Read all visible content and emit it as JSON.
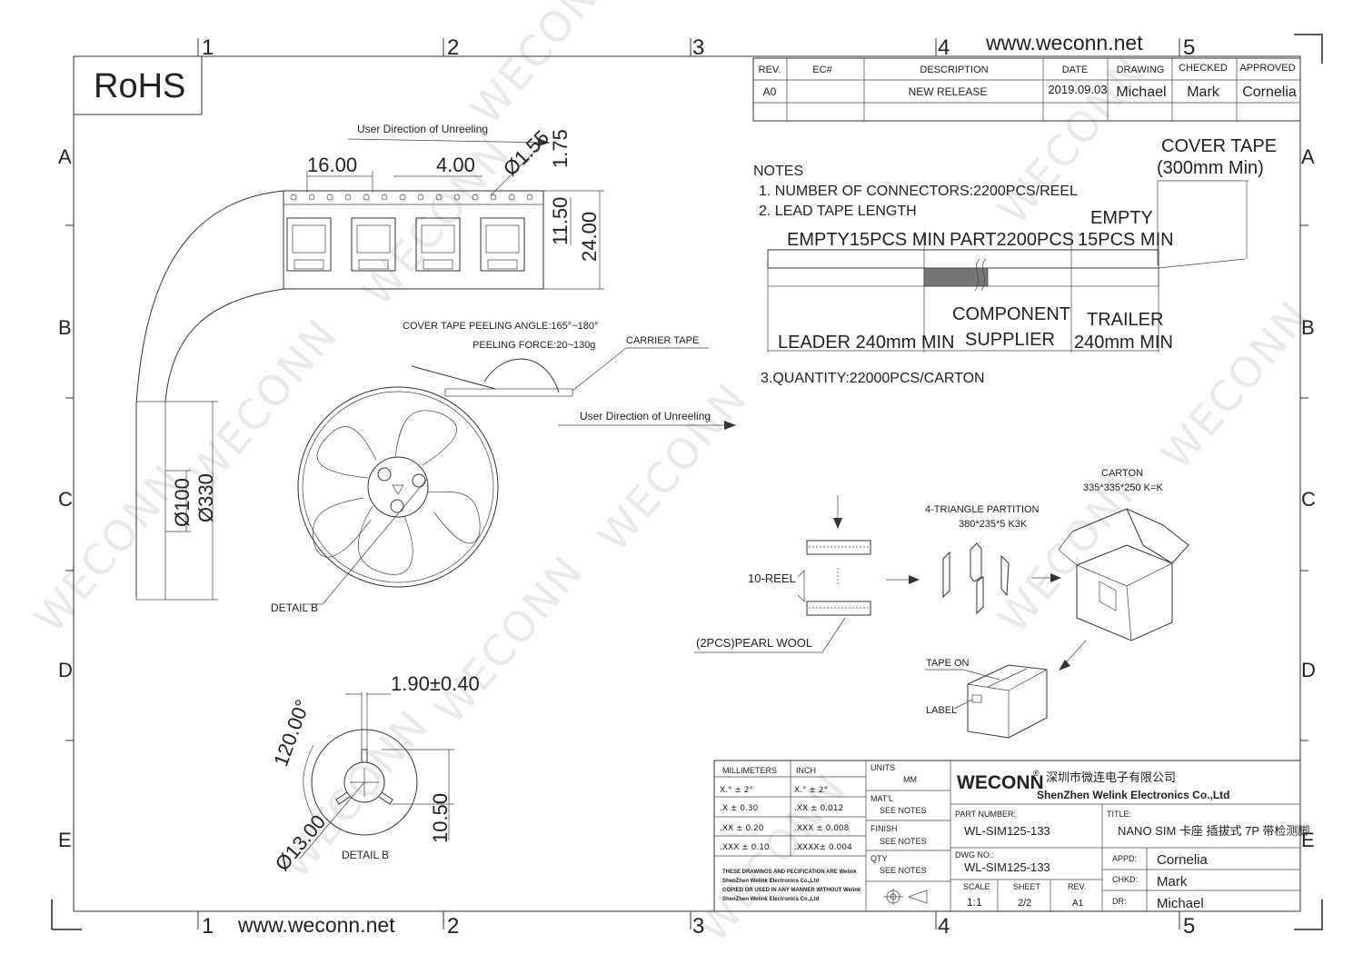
{
  "site_url": "www.weconn.net",
  "rohs": "RoHS",
  "watermark": "WECONN",
  "grid_cols": [
    "1",
    "2",
    "3",
    "4",
    "5"
  ],
  "grid_rows": [
    "A",
    "B",
    "C",
    "D",
    "E"
  ],
  "revision_table": {
    "headers": [
      "REV.",
      "EC#",
      "DESCRIPTION",
      "DATE",
      "DRAWING",
      "CHECKED",
      "APPROVED"
    ],
    "row": [
      "A0",
      "",
      "NEW RELEASE",
      "2019.09.03",
      "Michael",
      "Mark",
      "Cornelia"
    ]
  },
  "tape": {
    "direction_label": "User Direction of Unreeling",
    "pitch": "16.00",
    "hole_pitch": "4.00",
    "hole_dia": "Ø1.55",
    "edge": "1.75",
    "inner": "11.50",
    "width": "24.00"
  },
  "reel": {
    "peel_angle": "COVER TAPE PEELING ANGLE:165°~180°",
    "peel_force": "PEELING FORCE:20~130g",
    "carrier_tape": "CARRIER TAPE",
    "direction_label": "User Direction of Unreeling",
    "hub_dia": "Ø100",
    "outer_dia": "Ø330",
    "detail_label": "DETAIL B"
  },
  "detail_b": {
    "slot": "1.90±0.40",
    "angle": "120.00°",
    "bore": "Ø13.00",
    "key": "10.50",
    "label": "DETAIL B"
  },
  "notes": {
    "title": "NOTES",
    "items": [
      "1. NUMBER OF CONNECTORS:2200PCS/REEL",
      "2. LEAD TAPE LENGTH"
    ],
    "quantity": "3.QUANTITY:22000PCS/CARTON",
    "cover_tape_1": "COVER TAPE",
    "cover_tape_2": "(300mm Min)",
    "empty_left": "EMPTY15PCS MIN",
    "part": "PART2200PCS",
    "empty_right_1": "EMPTY",
    "empty_right_2": "15PCS MIN",
    "leader": "LEADER 240mm MIN",
    "component_1": "COMPONENT",
    "component_2": "SUPPLIER",
    "trailer_1": "TRAILER",
    "trailer_2": "240mm MIN"
  },
  "packing": {
    "carton_1": "CARTON",
    "carton_2": "335*335*250 K=K",
    "partition_1": "4-TRIANGLE PARTITION",
    "partition_2": "380*235*5 K3K",
    "reel_count": "10-REEL",
    "pearl_wool": "(2PCS)PEARL WOOL",
    "tape_on": "TAPE ON",
    "label": "LABEL"
  },
  "title_block": {
    "mm": "MILLIMETERS",
    "inch": "INCH",
    "tolerances_mm": [
      "X.°  ±  2°",
      ".X    ± 0.30",
      ".XX   ± 0.20",
      ".XXX  ± 0.10"
    ],
    "tolerances_in": [
      "X.°  ±  2°",
      ".XX   ± 0.012",
      ".XXX  ± 0.008",
      ".XXXX± 0.004"
    ],
    "units_label": "UNITS",
    "units_value": "MM",
    "material_label": "MAT'L",
    "finish_label": "FINISH",
    "qty_label": "QTY",
    "see_notes": "SEE NOTES",
    "disclaimer": [
      "THESE DRAWINGS AND PECIFICATION ARE Welink",
      "ShenZhen Welink Electronics Co.,Ltd",
      " COPIED OR USED IN ANY MANNER WITHOUT Welink",
      "ShenZhen Welink Electronics Co.,Ltd"
    ],
    "brand": "WECONN",
    "company_cn": "深圳市微连电子有限公司",
    "company_en": "ShenZhen Welink Electronics Co.,Ltd",
    "part_number_label": "PART NUMBER:",
    "part_number": "WL-SIM125-133",
    "title_label": "TITLE:",
    "title": "NANO SIM 卡座 插拔式 7P 带检测脚",
    "dwg_label": "DWG NO.:",
    "dwg_no": "WL-SIM125-133",
    "scale_label": "SCALE",
    "scale": "1:1",
    "sheet_label": "SHEET",
    "sheet": "2/2",
    "rev_label": "REV.",
    "rev": "A1",
    "appd_label": "APPD:",
    "appd": "Cornelia",
    "chkd_label": "CHKD:",
    "chkd": "Mark",
    "dr_label": "DR:",
    "dr": "Michael"
  }
}
